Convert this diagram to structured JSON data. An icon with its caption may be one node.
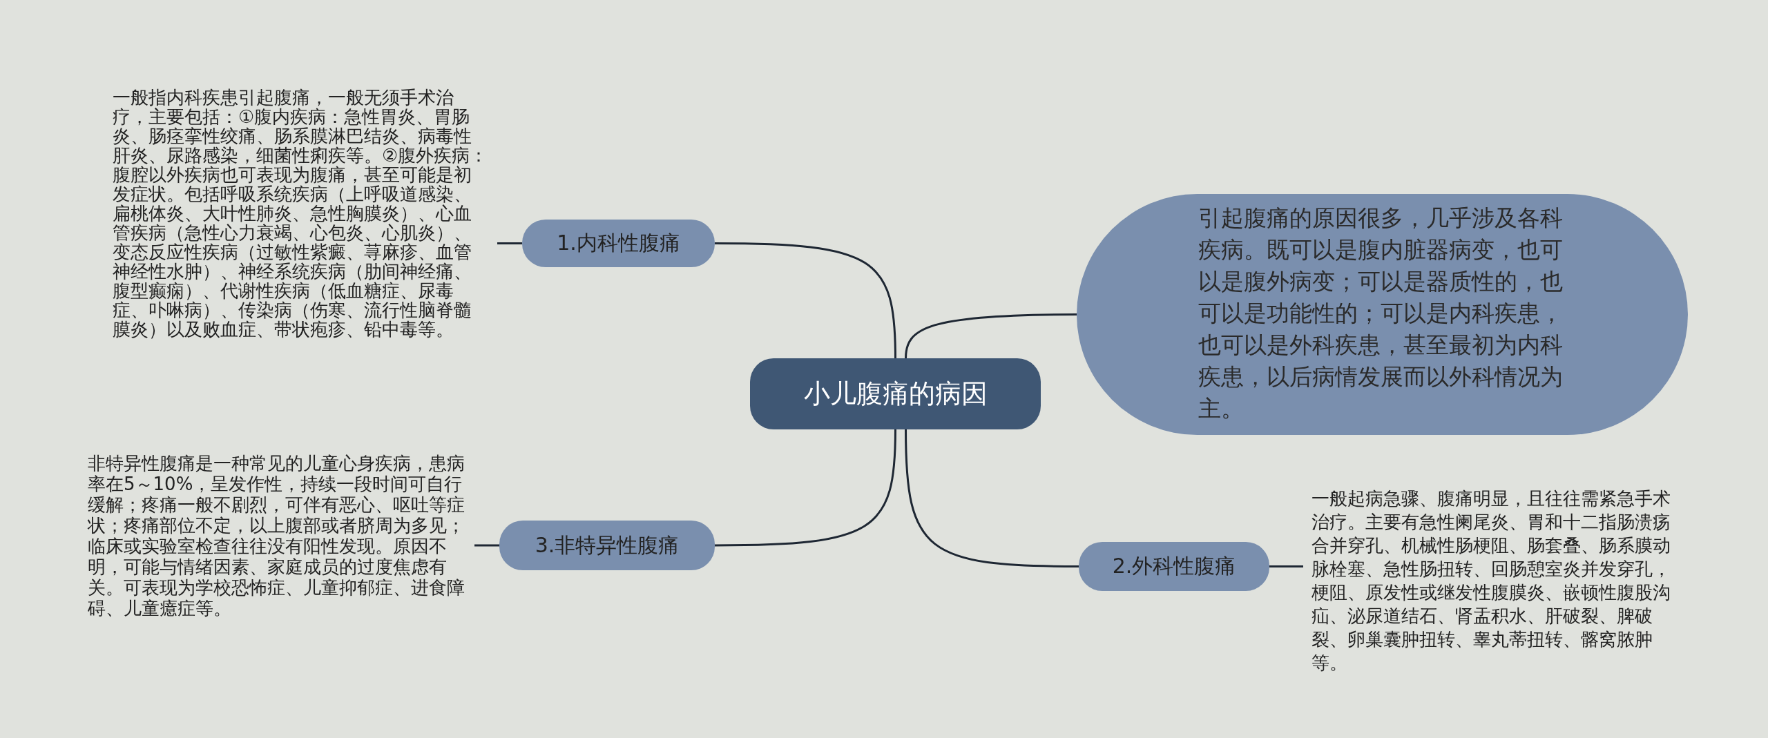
{
  "diagram": {
    "nodes": [
      {
        "text": [
          "小儿腹痛的病因"
        ]
      },
      {
        "text": [
          "引起腹痛的原因很多，几乎涉及各科疾病。既可以是腹内脏器病变，也可以是腹外病变；可以是器质性的，也可以是功能性的；可以是内科疾患，也可以是外科疾患，甚至最初为内科疾患，以后病情发展而以外科情况为主。"
        ]
      },
      {
        "text": [
          "1.内科性腹痛"
        ]
      },
      {
        "text": [
          "一般指内科疾患引起腹痛，一般无须手术治疗，主要包括：①腹内疾病：急性胃炎、胃肠炎、肠痉挛性绞痛、肠系膜淋巴结炎、病毒性肝炎、尿路感染，细菌性痢疾等。②腹外疾病：腹腔以外疾病也可表现为腹痛，甚至可能是初发症状。包括呼吸系统疾病（上呼吸道感染、扁桃体炎、大叶性肺炎、急性胸膜炎）、心血管疾病（急性心力衰竭、心包炎、心肌炎）、变态反应性疾病（过敏性紫癜、荨麻疹、血管神经性水肿）、神经系统疾病（肋间神经痛、腹型癫痫）、代谢性疾病（低血糖症、尿毒症、卟啉病）、传染病（伤寒、流行性脑脊髓膜炎）以及败血症、带状疱疹、铅中毒等。"
        ]
      },
      {
        "text": [
          "2.外科性腹痛"
        ]
      },
      {
        "text": [
          "一般起病急骤、腹痛明显，且往往需紧急手术治疗。主要有急性阑尾炎、胃和十二指肠溃疡合并穿孔、机械性肠梗阻、肠套叠、肠系膜动脉栓塞、急性肠扭转、回肠憩室炎并发穿孔，梗阻、原发性或继发性腹膜炎、嵌顿性腹股沟疝、泌尿道结石、肾盂积水、肝破裂、脾破裂、卵巢囊肿扭转、睾丸蒂扭转、髂窝脓肿等。"
        ]
      },
      {
        "text": [
          "3.非特异性腹痛"
        ]
      },
      {
        "text": [
          "非特异性腹痛是一种常见的儿童心身疾病，患病率在5～10%，呈发作性，持续一段时间可自行缓解；疼痛一般不剧烈，可伴有恶心、呕吐等症状；疼痛部位不定，以上腹部或者脐周为多见；临床或实验室检查往往没有阳性发现。原因不明，可能与情绪因素、家庭成员的过度焦虑有关。可表现为学校恐怖症、儿童抑郁症、进食障碍、儿童癔症等。"
        ]
      }
    ],
    "edges": [
      {
        "from": 0,
        "to": 1,
        "arrow": "none"
      },
      {
        "from": 0,
        "to": 2,
        "arrow": "none"
      },
      {
        "from": 2,
        "to": 3,
        "arrow": "none"
      },
      {
        "from": 0,
        "to": 4,
        "arrow": "none"
      },
      {
        "from": 4,
        "to": 5,
        "arrow": "none"
      },
      {
        "from": 0,
        "to": 6,
        "arrow": "none"
      },
      {
        "from": 6,
        "to": 7,
        "arrow": "none"
      }
    ]
  }
}
